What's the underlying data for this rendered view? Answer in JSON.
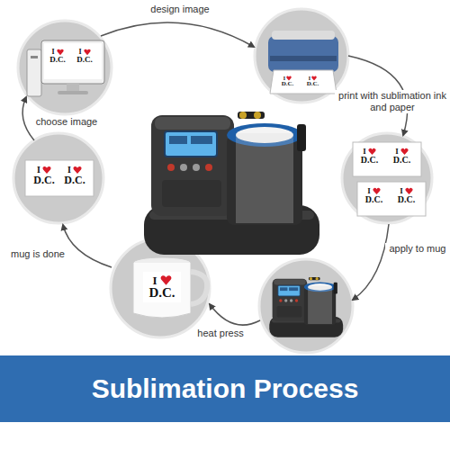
{
  "diagram": {
    "title": "Sublimation Process",
    "labels": [
      "choose image",
      "design image",
      "print with sublimation ink and paper",
      "apply to mug",
      "heat press",
      "mug is done",
      "I",
      "D.C.",
      "I",
      "D.C.",
      "I",
      "D.C.",
      "I",
      "D.C.",
      "I",
      "D.C.",
      "I",
      "D.C.",
      "I",
      "D.C.",
      "I",
      "D.C.",
      "I",
      "D.C.",
      "I",
      "D.C.",
      "I",
      "D.C."
    ]
  }
}
